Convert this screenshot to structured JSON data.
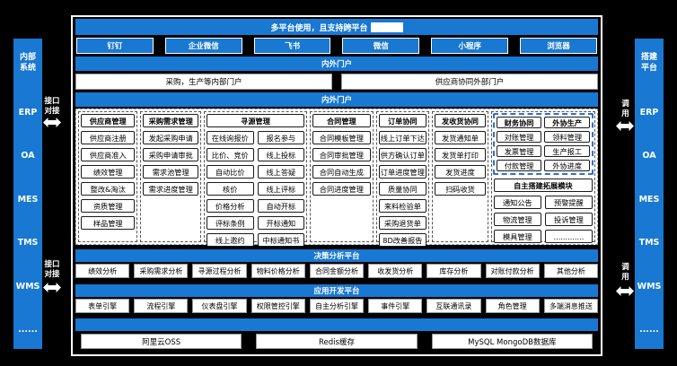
{
  "frame": {
    "title": "多平台使用，且支持跨平台",
    "portal_bar_top": "内外门户",
    "portal_bar_bottom": "内外门户"
  },
  "platforms": [
    "钉钉",
    "企业微信",
    "飞书",
    "微信",
    "小程序",
    "浏览器"
  ],
  "portals": [
    "采购，生产等内部门户",
    "供应商协同外部门户"
  ],
  "grid": {
    "supplier": {
      "header": "供应商管理",
      "items": [
        "供应商注册",
        "供应商准入",
        "绩效管理",
        "整改&淘汰",
        "资质管理",
        "样品管理"
      ]
    },
    "demand": {
      "header": "采购需求管理",
      "items": [
        "发起采购申请",
        "采购申请审批",
        "需求池管理",
        "需求进度管理"
      ]
    },
    "sourcing": {
      "header": "寻源管理",
      "left": [
        "在线询报价",
        "比价、竞价",
        "自动比价",
        "核价",
        "价格分析",
        "评标条例",
        "线上邀约"
      ],
      "right": [
        "报名参与",
        "线上投标",
        "线上答疑",
        "线上评标",
        "自动开标",
        "开标通知",
        "中标通知书"
      ]
    },
    "contract": {
      "header": "合同管理",
      "items": [
        "合同模板管理",
        "合同审批管理",
        "合同自动生成",
        "合同进度管理"
      ]
    },
    "order": {
      "header": "订单协同",
      "items": [
        "线上订单下达",
        "供方确认订单",
        "订单进度管理",
        "质量协同",
        "来料检验单",
        "采购退货单",
        "8D改善报告"
      ]
    },
    "delivery": {
      "header": "发收货协同",
      "items": [
        "发货通知单",
        "发货单打印",
        "发货进度",
        "扫码收货"
      ]
    },
    "finance": {
      "header": "财务协同",
      "items": [
        "对账管理",
        "发票管理",
        "付款管理"
      ]
    },
    "outsource": {
      "header": "外协生产",
      "items": [
        "领料管理",
        "生产报工",
        "外协进度"
      ]
    },
    "extension": {
      "header": "自主搭建拓展模块",
      "left": [
        "通知公告",
        "物流管理",
        "模具管理"
      ],
      "right": [
        "预警提醒",
        "投诉管理",
        "............."
      ]
    }
  },
  "analysis": {
    "title": "决策分析平台",
    "items": [
      "绩效分析",
      "采购需求分析",
      "寻源过程分析",
      "物料价格分析",
      "合同金额分析",
      "收发货分析",
      "库存分析",
      "对账付款分析",
      "其他分析"
    ]
  },
  "appdev": {
    "title": "应用开发平台",
    "items": [
      "表单引擎",
      "流程引擎",
      "仪表盘引擎",
      "权限管控引擎",
      "自主分析引擎",
      "事件引擎",
      "互联通讯录",
      "角色管理",
      "多端消息推送"
    ]
  },
  "storage": {
    "items": [
      "阿里云OSS",
      "Redis缓存",
      "MySQL MongoDB数据库"
    ]
  },
  "sidebars": {
    "left": {
      "title": "内部系统",
      "items": [
        "ERP",
        "OA",
        "MES",
        "TMS",
        "WMS",
        "......"
      ]
    },
    "right": {
      "title": "搭建平台",
      "items": [
        "ERP",
        "OA",
        "MES",
        "TMS",
        "WMS",
        "......"
      ]
    }
  },
  "connectors": {
    "left_label": "接口对接",
    "right_label": "调用"
  },
  "colors": {
    "accent": "#1878d2",
    "highlight_dashed": "#2e6fd6",
    "background": "#000000",
    "panel": "#ffffff"
  }
}
